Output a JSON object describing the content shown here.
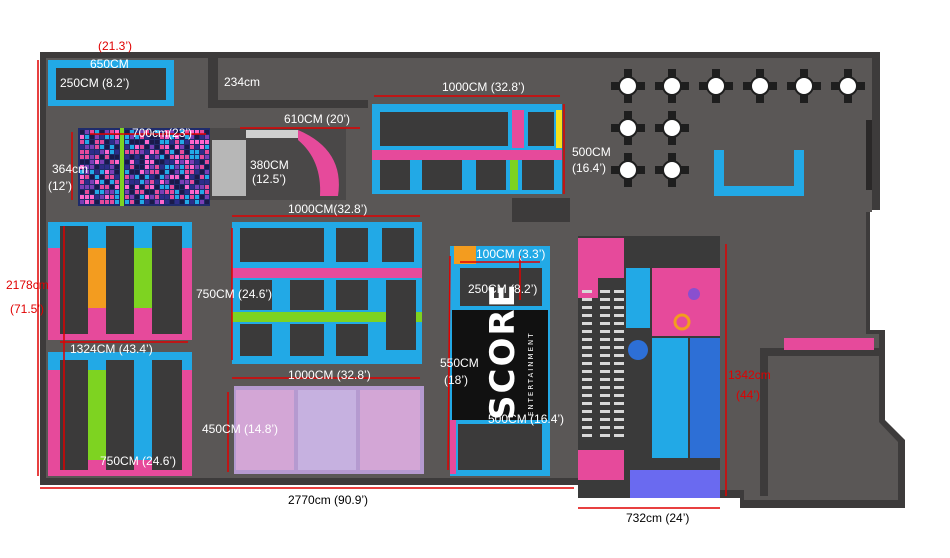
{
  "title": "",
  "colors": {
    "floor": "#5a5756",
    "wall": "#3d3b3b",
    "pad_blue": "#22a9e6",
    "pad_pink": "#e64a9b",
    "pad_green": "#7ed321",
    "pad_yellow": "#f5e11a",
    "pad_orange": "#f39c1f",
    "bed": "#3b3a3a",
    "dimension": "#e00000"
  },
  "dimensions": {
    "top_width": "(21.3’)",
    "small_zone_width": "650CM",
    "small_zone_inner": "250CM (8.2’)",
    "gap_234": "234cm",
    "zone_top_right_width": "1000CM (32.8’)",
    "ninja_width": "610CM (20’)",
    "dodgeball_width": "700cm(23’)",
    "side_364": "364cm",
    "side_12": "(12’)",
    "ninja_380": "380CM",
    "ninja_12_5": "(12.5’)",
    "zone_500": "500CM",
    "zone_16_4": "(16.4’)",
    "middle_top_width": "1000CM(32.8’)",
    "middle_height": "750CM (24.6’)",
    "middle_bottom_width": "1000CM (32.8’)",
    "net_height": "450CM (14.8’)",
    "left_height": "2178cm",
    "left_height_ft": "(71.5’)",
    "left_zone_width": "1324CM (43.4’)",
    "left_bottom_width": "750CM (24.6’)",
    "score_100": "100CM (3.3’)",
    "score_250": "250CM (8.2’)",
    "score_550": "550CM",
    "score_18": "(18’)",
    "score_500": "500CM (16.4’)",
    "right_height": "1342cm",
    "right_height_ft": "(44’)",
    "total_width": "2770cm (90.9’)",
    "right_width": "732cm (24’)"
  },
  "score_logo": {
    "brand": "SCORE",
    "tagline": "ENTERTAINMENT"
  }
}
